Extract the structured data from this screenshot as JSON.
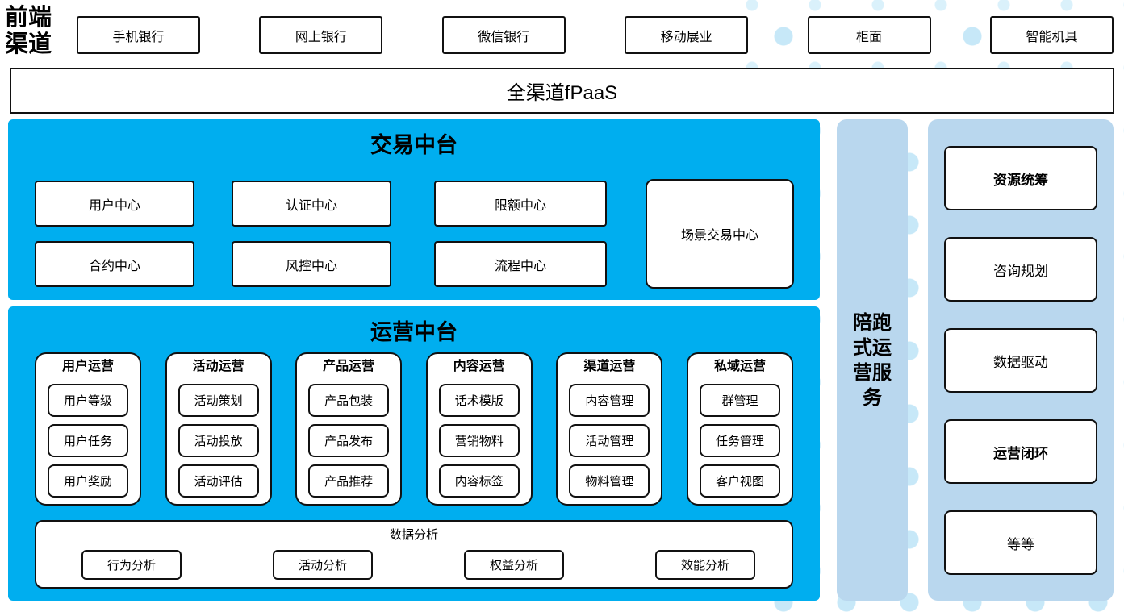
{
  "header": {
    "label": "前端渠道",
    "channels": [
      "手机银行",
      "网上银行",
      "微信银行",
      "移动展业",
      "柜面",
      "智能机具"
    ]
  },
  "fpaas": {
    "label": "全渠道fPaaS"
  },
  "transaction_platform": {
    "title": "交易中台",
    "centers_row1": [
      "用户中心",
      "认证中心",
      "限额中心"
    ],
    "centers_row2": [
      "合约中心",
      "风控中心",
      "流程中心"
    ],
    "scene_center": "场景交易中心"
  },
  "operation_platform": {
    "title": "运营中台",
    "columns": [
      {
        "title": "用户运营",
        "items": [
          "用户等级",
          "用户任务",
          "用户奖励"
        ]
      },
      {
        "title": "活动运营",
        "items": [
          "活动策划",
          "活动投放",
          "活动评估"
        ]
      },
      {
        "title": "产品运营",
        "items": [
          "产品包装",
          "产品发布",
          "产品推荐"
        ]
      },
      {
        "title": "内容运营",
        "items": [
          "话术模版",
          "营销物料",
          "内容标签"
        ]
      },
      {
        "title": "渠道运营",
        "items": [
          "内容管理",
          "活动管理",
          "物料管理"
        ]
      },
      {
        "title": "私域运营",
        "items": [
          "群管理",
          "任务管理",
          "客户视图"
        ]
      }
    ],
    "data_analysis": {
      "title": "数据分析",
      "items": [
        "行为分析",
        "活动分析",
        "权益分析",
        "效能分析"
      ]
    }
  },
  "companion_bar": {
    "label": "陪跑式运营服务"
  },
  "right_panel": {
    "items": [
      {
        "label": "资源统筹"
      },
      {
        "label": "咨询规划"
      },
      {
        "label": "数据驱动"
      },
      {
        "label": "运营闭环"
      },
      {
        "label": "等等"
      }
    ]
  },
  "colors": {
    "platform_blue": "#00AEEF",
    "panel_light_blue": "#B9D7EE",
    "dot_pattern_blue": "#C7E8F8"
  }
}
